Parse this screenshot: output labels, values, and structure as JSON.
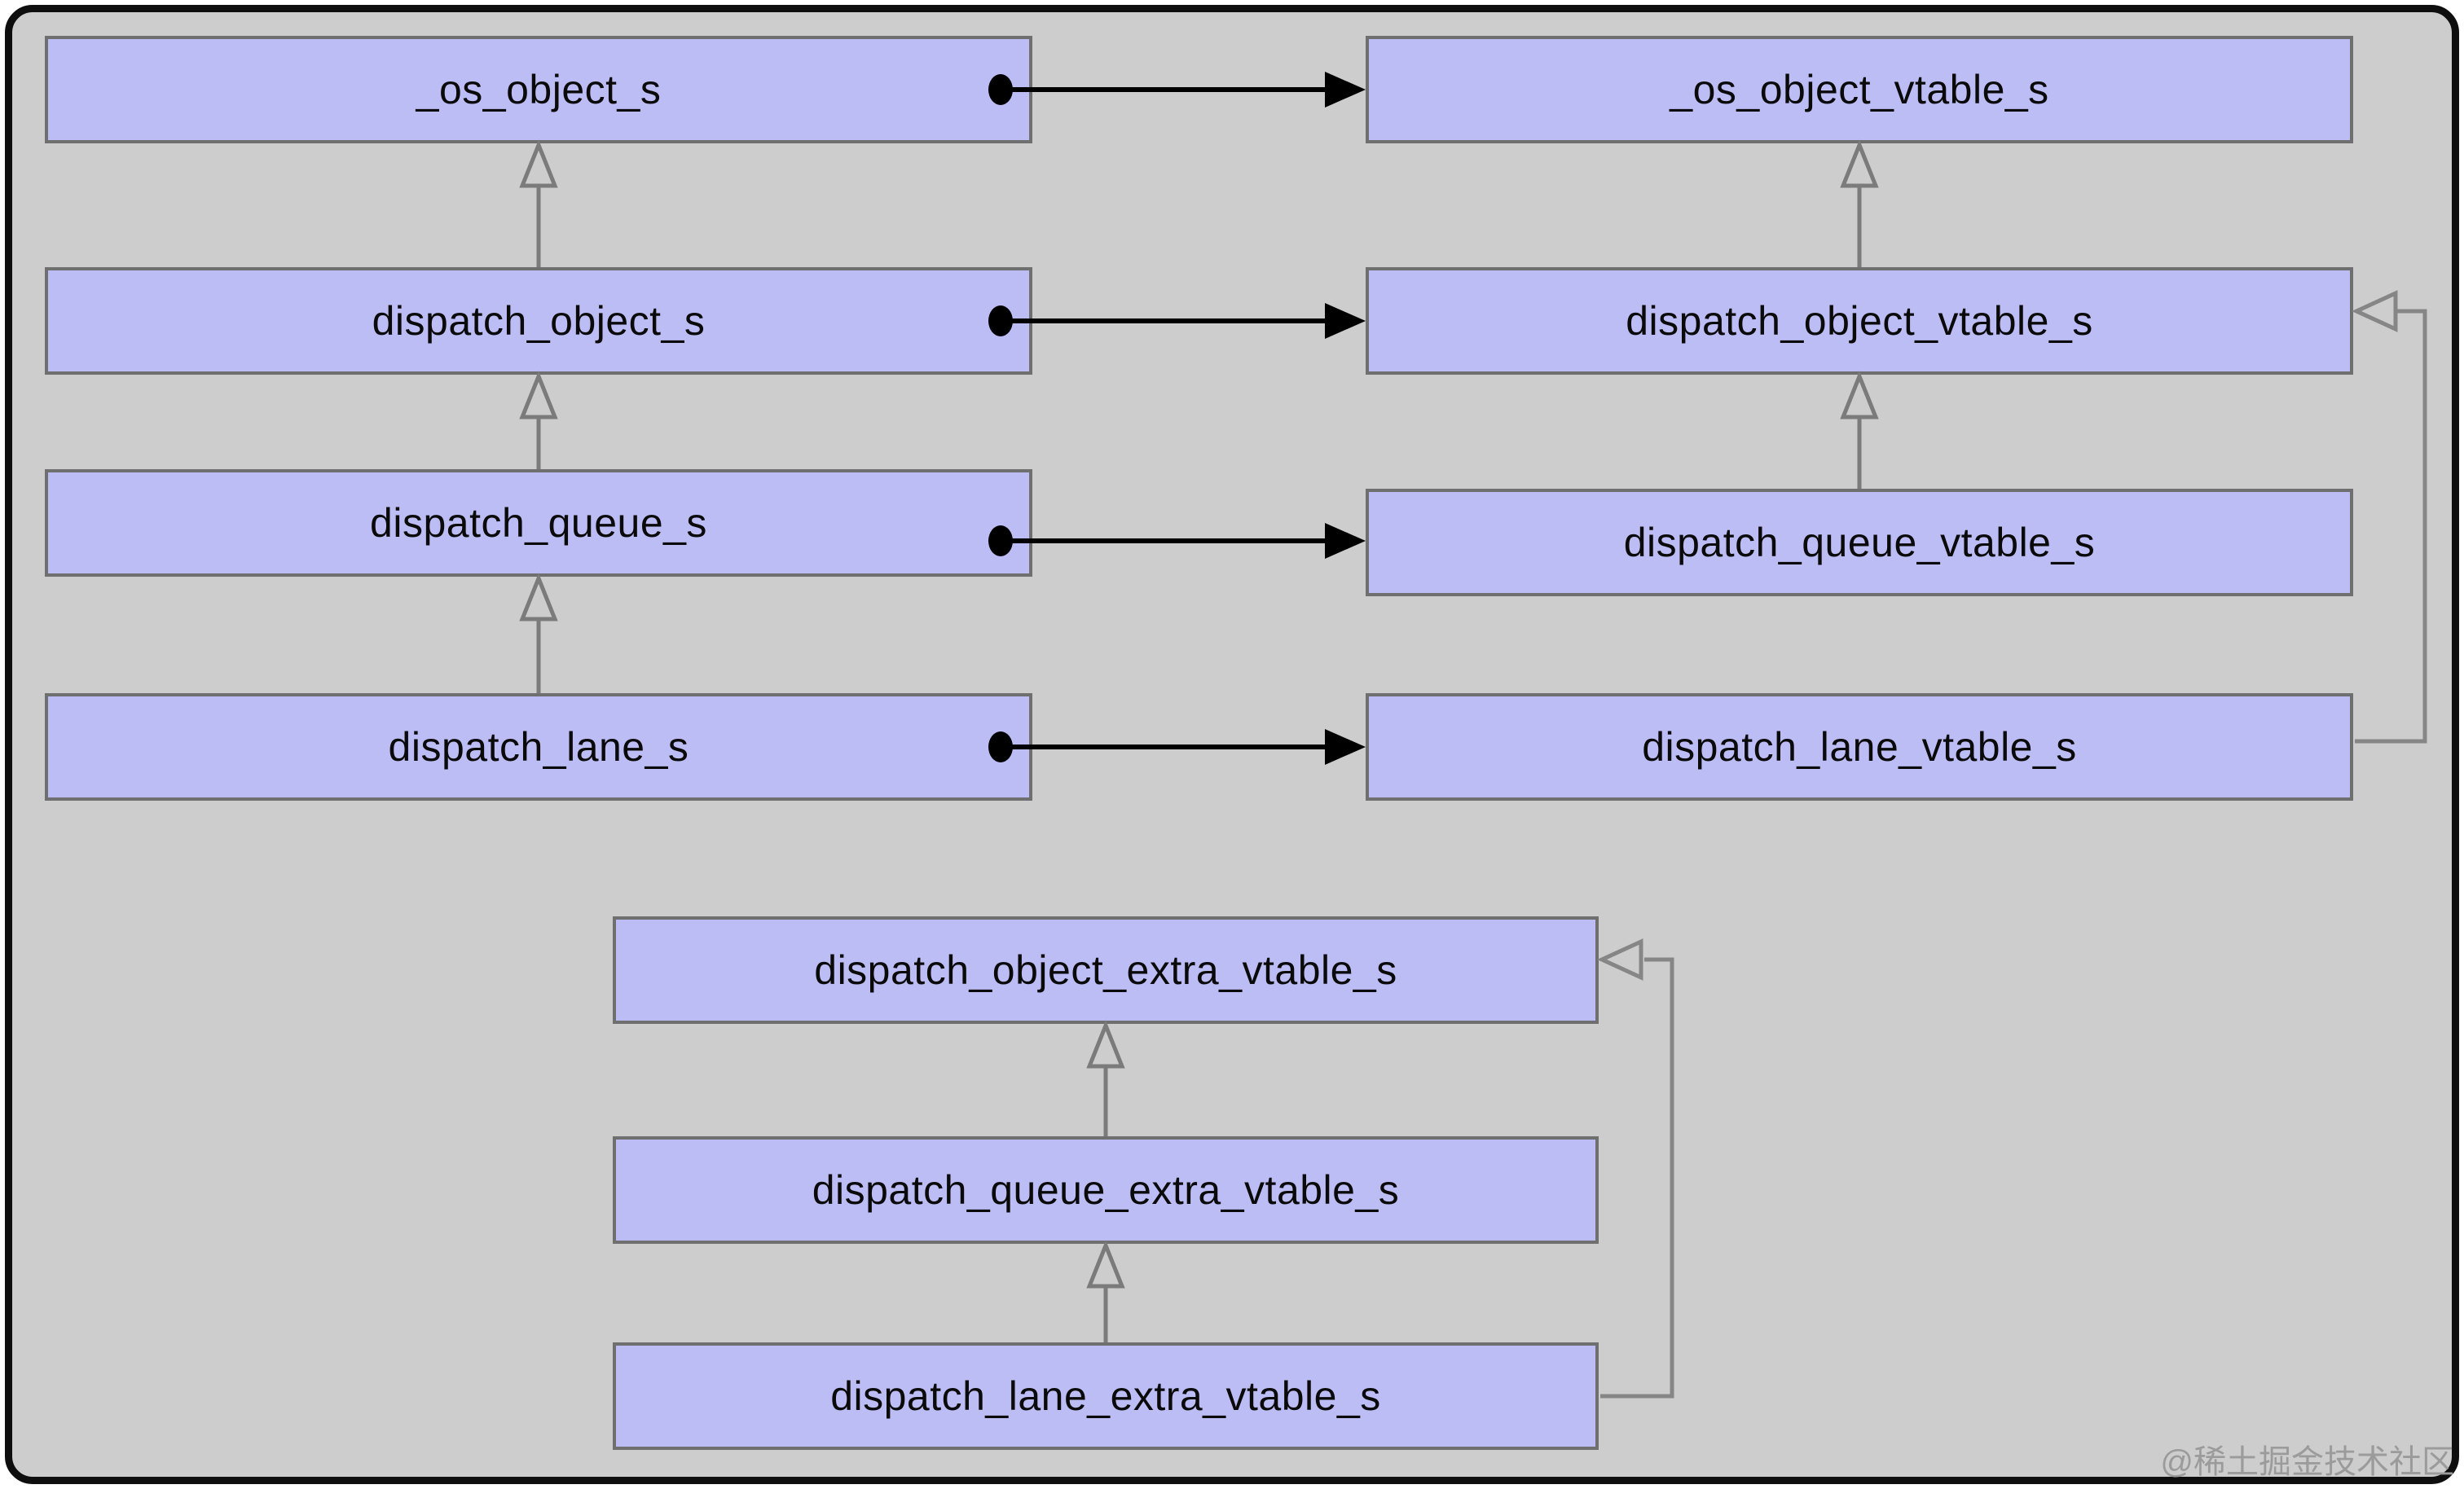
{
  "diagram": {
    "title_hint": "libdispatch struct inheritance and vtable diagram",
    "nodes": {
      "os_object_s": {
        "label": "_os_object_s"
      },
      "dispatch_object_s": {
        "label": "dispatch_object_s"
      },
      "dispatch_queue_s": {
        "label": "dispatch_queue_s"
      },
      "dispatch_lane_s": {
        "label": "dispatch_lane_s"
      },
      "os_object_vtable_s": {
        "label": "_os_object_vtable_s"
      },
      "dispatch_object_vtable_s": {
        "label": "dispatch_object_vtable_s"
      },
      "dispatch_queue_vtable_s": {
        "label": "dispatch_queue_vtable_s"
      },
      "dispatch_lane_vtable_s": {
        "label": "dispatch_lane_vtable_s"
      },
      "dispatch_object_extra_vtable_s": {
        "label": "dispatch_object_extra_vtable_s"
      },
      "dispatch_queue_extra_vtable_s": {
        "label": "dispatch_queue_extra_vtable_s"
      },
      "dispatch_lane_extra_vtable_s": {
        "label": "dispatch_lane_extra_vtable_s"
      }
    },
    "edges": [
      {
        "from": "dispatch_object_s",
        "to": "_os_object_s",
        "type": "inheritance"
      },
      {
        "from": "dispatch_queue_s",
        "to": "dispatch_object_s",
        "type": "inheritance"
      },
      {
        "from": "dispatch_lane_s",
        "to": "dispatch_queue_s",
        "type": "inheritance"
      },
      {
        "from": "dispatch_object_vtable_s",
        "to": "_os_object_vtable_s",
        "type": "inheritance"
      },
      {
        "from": "dispatch_queue_vtable_s",
        "to": "dispatch_object_vtable_s",
        "type": "inheritance"
      },
      {
        "from": "dispatch_lane_vtable_s",
        "to": "dispatch_object_vtable_s",
        "type": "inheritance-elbow"
      },
      {
        "from": "dispatch_queue_extra_vtable_s",
        "to": "dispatch_object_extra_vtable_s",
        "type": "inheritance"
      },
      {
        "from": "dispatch_lane_extra_vtable_s",
        "to": "dispatch_queue_extra_vtable_s",
        "type": "inheritance"
      },
      {
        "from": "dispatch_lane_extra_vtable_s",
        "to": "dispatch_object_extra_vtable_s",
        "type": "inheritance-elbow"
      },
      {
        "from": "_os_object_s",
        "to": "_os_object_vtable_s",
        "type": "association"
      },
      {
        "from": "dispatch_object_s",
        "to": "dispatch_object_vtable_s",
        "type": "association"
      },
      {
        "from": "dispatch_queue_s",
        "to": "dispatch_queue_vtable_s",
        "type": "association"
      },
      {
        "from": "dispatch_lane_s",
        "to": "dispatch_lane_vtable_s",
        "type": "association"
      }
    ],
    "colors": {
      "canvas_bg": "#cdcdcd",
      "outer_border": "#0e0e0e",
      "node_fill": "#bdbdf6",
      "node_border": "#6f6f6f",
      "inheritance_arrow": "#7b7b7b",
      "association_arrow": "#000000",
      "watermark": "#9b9b9b"
    },
    "watermark": "@稀土掘金技术社区"
  }
}
